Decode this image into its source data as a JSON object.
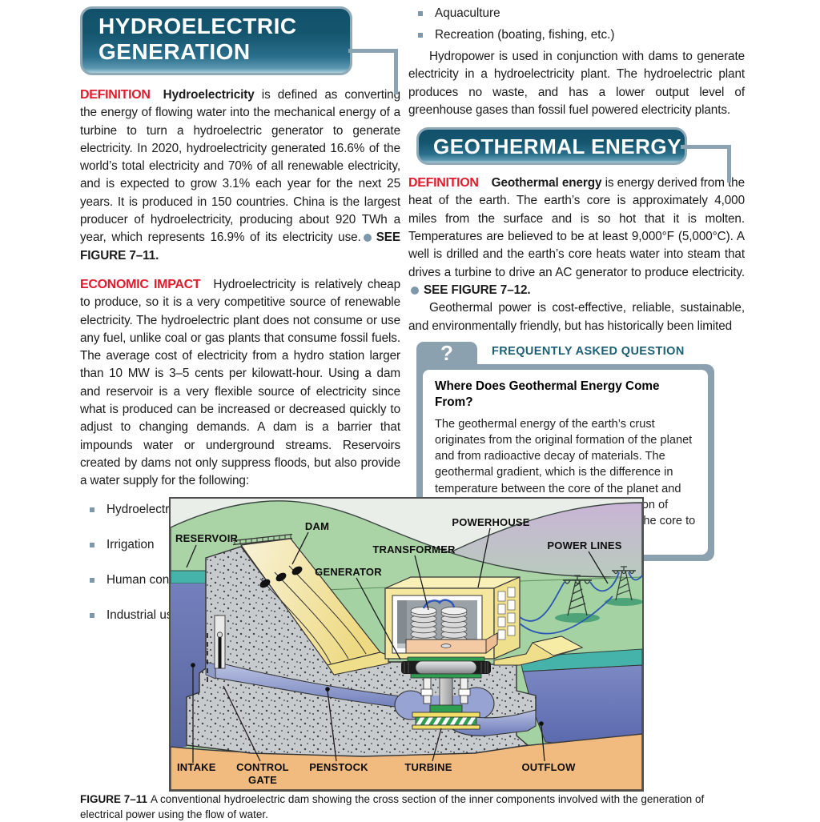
{
  "page": {
    "left": {
      "header": {
        "line1": "HYDROELECTRIC",
        "line2": "GENERATION"
      },
      "definition": {
        "label": "DEFINITION",
        "term": "Hydroelectricity",
        "text": " is defined as converting the energy of flowing water into the mechanical energy of a turbine to turn a hydroelectric generator to generate electricity. In 2020, hydroelectricity generated 16.6% of the world’s total electricity and 70% of all renewable electricity, and is expected to grow 3.1% each year for the next 25 years. It is produced in 150 countries. China is the largest producer of hydroelectricity, producing about 920 TWh a year, which represents 16.9% of its electricity use.",
        "see": "SEE FIGURE 7–11."
      },
      "economic": {
        "label": "ECONOMIC IMPACT",
        "text": "Hydroelectricity is relatively cheap to produce, so it is a very competitive source of renewable electricity. The hydroelectric plant does not consume or use any fuel, unlike coal or gas plants that consume fossil fuels. The average cost of electricity from a hydro station larger than 10 MW is 3–5 cents per kilowatt-hour. Using a dam and reservoir is a very flexible source of electricity since what is produced can be increased or decreased quickly to adjust to changing demands. A dam is a barrier that impounds water or underground streams. Reservoirs created by dams not only suppress floods, but also provide a water supply for the following:"
      },
      "water_supply_items": [
        "Hydroelectricity",
        "Irrigation",
        "Human consumption (drinking and bathing water)",
        "Industrial use"
      ]
    },
    "right": {
      "bullets": [
        "Aquaculture",
        "Recreation (boating, fishing, etc.)"
      ],
      "hydropower_text": "Hydropower is used in conjunction with dams to generate electricity in a hydroelectricity plant. The hydroelectric plant produces no waste, and has a lower output level of greenhouse gases than fossil fuel powered electricity plants.",
      "header": {
        "line1": "GEOTHERMAL ENERGY"
      },
      "definition": {
        "label": "DEFINITION",
        "term": "Geothermal energy",
        "text": " is energy derived from the heat of the earth. The earth’s core is approximately 4,000 miles from the surface and is so hot that it is molten. Temperatures are believed to be at least 9,000°F (5,000°C). A well is drilled and the earth’s core heats water into steam that drives a turbine to drive an AC generator to produce electricity.",
        "see": "SEE FIGURE 7–12."
      },
      "para2": "Geothermal power is cost-effective, reliable, sustainable, and environmentally friendly, but has historically been limited",
      "faq": {
        "icon": "?",
        "header": "FREQUENTLY ASKED QUESTION",
        "question": "Where Does Geothermal Energy Come From?",
        "answer": "The geothermal energy of the earth’s crust originates from the original formation of the planet and from radioactive decay of materials. The geothermal gradient, which is the difference in temperature between the core of the planet and its surface, drives a continuous conduction of thermal energy in the form of heat from the core to the surface."
      }
    },
    "figure": {
      "labels": {
        "reservoir": "RESERVOIR",
        "dam": "DAM",
        "powerhouse": "POWERHOUSE",
        "transformer": "TRANSFORMER",
        "generator": "GENERATOR",
        "power_lines": "POWER LINES",
        "intake": "INTAKE",
        "control": "CONTROL",
        "gate": "GATE",
        "penstock": "PENSTOCK",
        "turbine": "TURBINE",
        "outflow": "OUTFLOW"
      },
      "caption_label": "FIGURE 7–11",
      "caption_text": "A conventional hydroelectric dam showing the cross section of the inner components involved with the generation of electrical power using the flow of water."
    },
    "colors": {
      "accent_red": "#e01b2d",
      "header_teal_top": "#11506a",
      "header_teal_bottom": "#5d98b0",
      "slate": "#8ba1b0",
      "faq_heading_teal": "#1d6075"
    }
  }
}
